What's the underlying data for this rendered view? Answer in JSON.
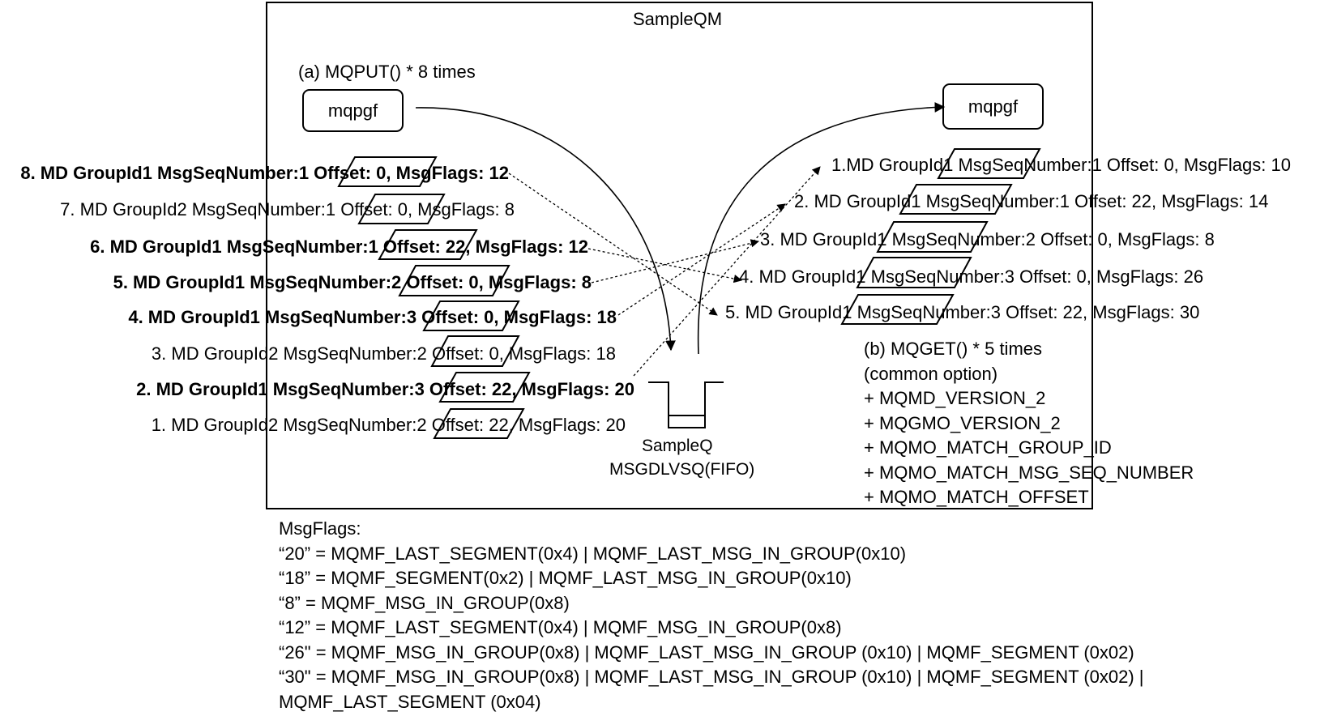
{
  "qm_title": "SampleQM",
  "put_label": "(a) MQPUT() * 8 times",
  "left_app": "mqpgf",
  "right_app": "mqpgf",
  "queue": {
    "name": "SampleQ",
    "attr": "MSGDLVSQ(FIFO)"
  },
  "put_messages": [
    {
      "text": "8. MD GroupId1 MsgSeqNumber:1 Offset: 0, MsgFlags: 12",
      "bold": true
    },
    {
      "text": "7. MD GroupId2 MsgSeqNumber:1 Offset: 0, MsgFlags: 8",
      "bold": false
    },
    {
      "text": "6. MD GroupId1 MsgSeqNumber:1 Offset: 22, MsgFlags: 12",
      "bold": true
    },
    {
      "text": "5. MD GroupId1 MsgSeqNumber:2 Offset: 0, MsgFlags: 8",
      "bold": true
    },
    {
      "text": "4. MD GroupId1 MsgSeqNumber:3 Offset: 0, MsgFlags: 18",
      "bold": true
    },
    {
      "text": "3. MD GroupId2 MsgSeqNumber:2 Offset: 0, MsgFlags: 18",
      "bold": false
    },
    {
      "text": "2. MD GroupId1 MsgSeqNumber:3 Offset: 22, MsgFlags: 20",
      "bold": true
    },
    {
      "text": "1. MD GroupId2 MsgSeqNumber:2 Offset: 22, MsgFlags: 20",
      "bold": false
    }
  ],
  "get_messages": [
    "1.MD GroupId1 MsgSeqNumber:1 Offset: 0, MsgFlags: 10",
    "2. MD GroupId1 MsgSeqNumber:1 Offset: 22, MsgFlags: 14",
    "3. MD GroupId1 MsgSeqNumber:2 Offset: 0, MsgFlags: 8",
    "4. MD GroupId1 MsgSeqNumber:3 Offset: 0, MsgFlags: 26",
    "5. MD GroupId1 MsgSeqNumber:3 Offset: 22, MsgFlags: 30"
  ],
  "get_options": [
    "(b) MQGET() * 5 times",
    "(common option)",
    "+ MQMD_VERSION_2",
    "+ MQGMO_VERSION_2",
    "+ MQMO_MATCH_GROUP_ID",
    "+ MQMO_MATCH_MSG_SEQ_NUMBER",
    "+ MQMO_MATCH_OFFSET"
  ],
  "legend": [
    "MsgFlags:",
    "“20” = MQMF_LAST_SEGMENT(0x4) | MQMF_LAST_MSG_IN_GROUP(0x10)",
    "“18” = MQMF_SEGMENT(0x2) | MQMF_LAST_MSG_IN_GROUP(0x10)",
    "“8” = MQMF_MSG_IN_GROUP(0x8)",
    "“12” = MQMF_LAST_SEGMENT(0x4) | MQMF_MSG_IN_GROUP(0x8)",
    "“26\" = MQMF_MSG_IN_GROUP(0x8) | MQMF_LAST_MSG_IN_GROUP (0x10) | MQMF_SEGMENT (0x02)",
    "“30\" = MQMF_MSG_IN_GROUP(0x8) | MQMF_LAST_MSG_IN_GROUP (0x10) | MQMF_SEGMENT (0x02) |",
    "MQMF_LAST_SEGMENT (0x04)"
  ]
}
